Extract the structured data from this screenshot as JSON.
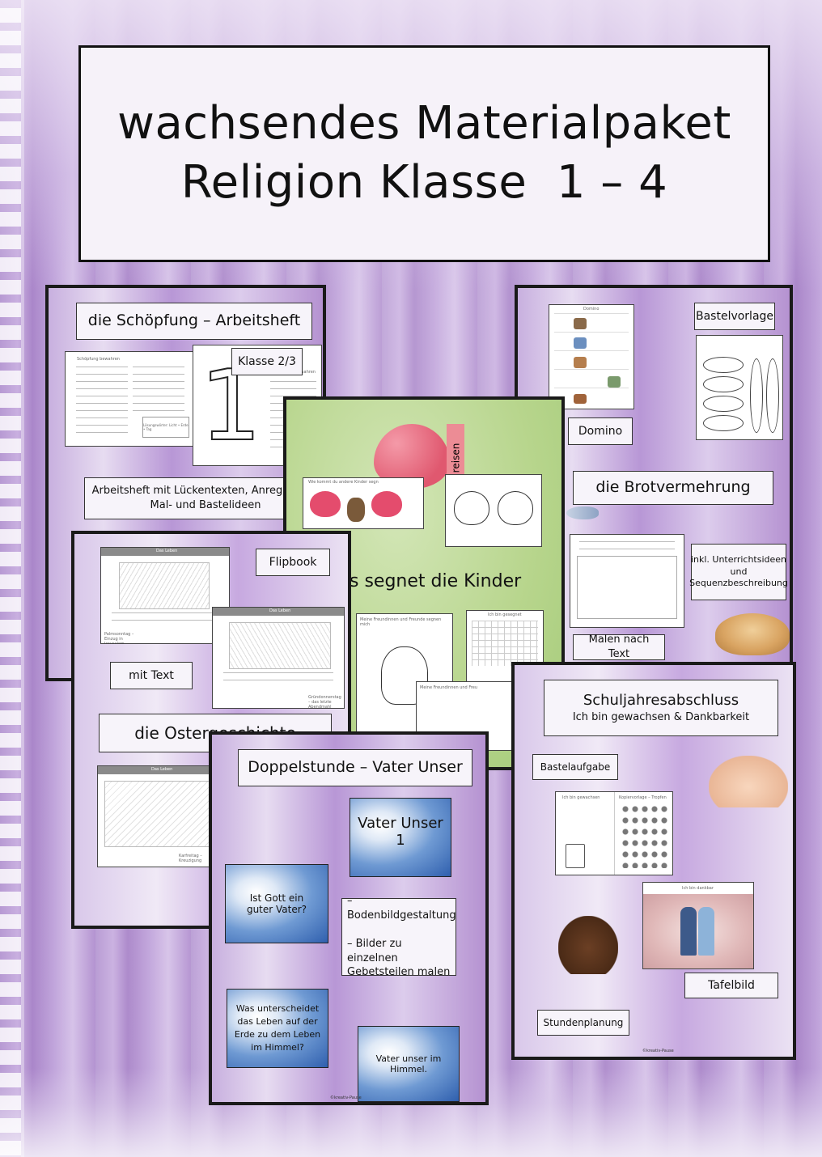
{
  "title": {
    "line1": "wachsendes Materialpaket",
    "line2": "Religion Klasse  1 – 4"
  },
  "schoepfung": {
    "heading": "die Schöpfung – Arbeitsheft",
    "grade": "Klasse 2/3",
    "description": "Arbeitsheft mit Lückentexten, Anregungen, Mal- und Bastelideen",
    "sheet1_title": "Schöpfung bewahren",
    "sheet2_title": "Schöpfung bewahren",
    "sheet_words": "Lösungswörter: Licht • Erde • Tag",
    "big_number": "1"
  },
  "brot": {
    "domino": "Domino",
    "bastelvorlage": "Bastelvorlage",
    "heading": "die Brotvermehrung",
    "extra": "inkl. Unterrichtsideen und Sequenzbeschreibung",
    "malen": "Malen nach Text",
    "domino_title": "Domino"
  },
  "kinder": {
    "heading": "s segnet die Kinder",
    "reisen": "reisen",
    "sheet_a": "Meine Freundinnen und Freunde segnen mich",
    "sheet_b": "Meine Freundinnen und Freu",
    "sheet_c": "Ich bin gesegnet",
    "sheet_d": "Wie kommt du andere Kinder segn"
  },
  "ostern": {
    "flipbook": "Flipbook",
    "mit_text": "mit Text",
    "heading": "die Ostergeschichte",
    "strip1": "Palmsonntag – Einzug in Jerusalem",
    "strip2": "Gründonnerstag – das letzte Abendmahl",
    "strip3": "Karfreitag – Kreuzigung",
    "sheet_header": "Das Leben"
  },
  "vater": {
    "heading": "Doppelstunde – Vater Unser",
    "card_top": "Vater Unser\n1",
    "q1": "Ist Gott ein guter Vater?",
    "q2": "Was unterscheidet das Leben auf der Erde zu dem Leben im Himmel?",
    "q3": "Vater unser im Himmel.",
    "bullets": [
      "– Bodenbildgestaltung",
      "– Bilder zu einzelnen Gebetsteilen malen"
    ],
    "watermark": "©kreativ-Pause"
  },
  "abschluss": {
    "heading": "Schuljahresabschluss",
    "subheading": "Ich bin gewachsen & Dankbarkeit",
    "bastel": "Bastelaufgabe",
    "tafel": "Tafelbild",
    "stunden": "Stundenplanung",
    "dank_title": "Ich bin dankbar",
    "sheet_left": "Ich bin gewachsen",
    "sheet_right": "Kopiervorlage – Tropfen",
    "watermark": "©kreativ-Pause"
  },
  "colors": {
    "frame": "#1a1a1a",
    "label_bg": "#f7f4fa",
    "violet": "#b897d6",
    "green": "#b7d58c",
    "sky": "#2f5fae"
  }
}
